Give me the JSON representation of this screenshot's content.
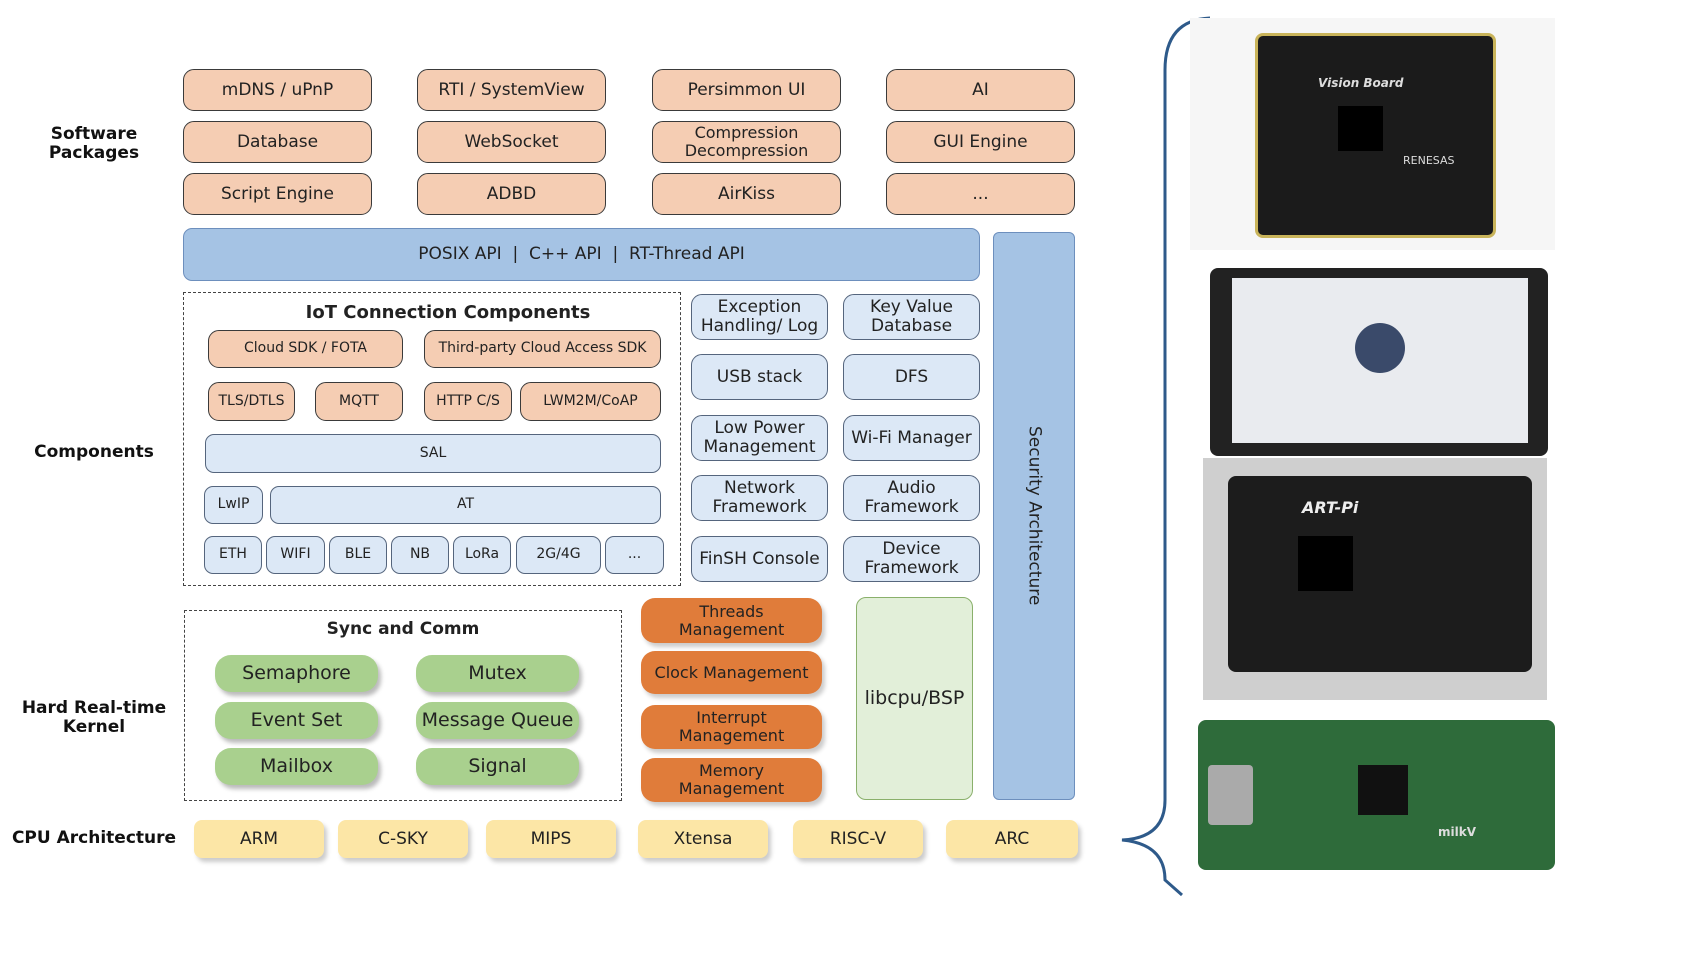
{
  "layers": {
    "software": "Software Packages",
    "components": "Components",
    "kernel": "Hard Real-time Kernel",
    "cpu": "CPU Architecture"
  },
  "software_packages": [
    "mDNS / uPnP",
    "RTI / SystemView",
    "Persimmon UI",
    "AI",
    "Database",
    "WebSocket",
    "Compression Decompression",
    "GUI Engine",
    "Script Engine",
    "ADBD",
    "AirKiss",
    "..."
  ],
  "api_bar": "POSIX API  |  C++ API  |  RT-Thread API",
  "security": "Security Architecture",
  "iot": {
    "title": "IoT Connection Components",
    "cloud_sdk": "Cloud SDK / FOTA",
    "third_party": "Third-party Cloud Access SDK",
    "tls": "TLS/DTLS",
    "mqtt": "MQTT",
    "http": "HTTP C/S",
    "lwm2m": "LWM2M/CoAP",
    "sal": "SAL",
    "lwip": "LwIP",
    "at": "AT",
    "links": [
      "ETH",
      "WIFI",
      "BLE",
      "NB",
      "LoRa",
      "2G/4G",
      "..."
    ]
  },
  "components": [
    "Exception Handling/ Log",
    "Key Value Database",
    "USB stack",
    "DFS",
    "Low Power Management",
    "Wi-Fi Manager",
    "Network Framework",
    "Audio Framework",
    "FinSH Console",
    "Device Framework"
  ],
  "sync": {
    "title": "Sync and Comm",
    "items": [
      "Semaphore",
      "Mutex",
      "Event Set",
      "Message Queue",
      "Mailbox",
      "Signal"
    ]
  },
  "kernel_mgmt": [
    "Threads Management",
    "Clock Management",
    "Interrupt Management",
    "Memory Management"
  ],
  "libcpu": "libcpu/BSP",
  "cpu": [
    "ARM",
    "C-SKY",
    "MIPS",
    "Xtensa",
    "RISC-V",
    "ARC"
  ],
  "boards": {
    "b1": "Vision Board",
    "b1_brand": "RENESAS",
    "b3": "ART-Pi",
    "b4": "milkV"
  },
  "colors": {
    "package": "#f5cdb3",
    "api": "#a5c3e4",
    "component": "#dce8f6",
    "sync": "#a9d08e",
    "kernel": "#e07c3a",
    "libcpu": "#e2efd9",
    "cpu": "#fce6a6",
    "brace": "#2e5a8a"
  }
}
